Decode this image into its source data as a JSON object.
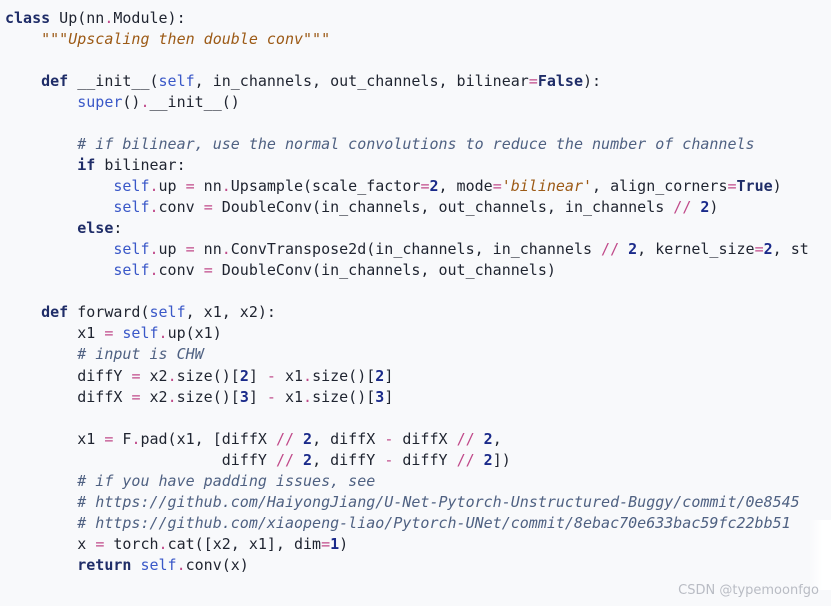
{
  "code": {
    "lines": [
      "class Up(nn.Module):",
      "    \"\"\"Upscaling then double conv\"\"\"",
      "",
      "    def __init__(self, in_channels, out_channels, bilinear=False):",
      "        super().__init__()",
      "",
      "        # if bilinear, use the normal convolutions to reduce the number of channels",
      "        if bilinear:",
      "            self.up = nn.Upsample(scale_factor=2, mode='bilinear', align_corners=True)",
      "            self.conv = DoubleConv(in_channels, out_channels, in_channels // 2)",
      "        else:",
      "            self.up = nn.ConvTranspose2d(in_channels, in_channels // 2, kernel_size=2, st",
      "            self.conv = DoubleConv(in_channels, out_channels)",
      "",
      "    def forward(self, x1, x2):",
      "        x1 = self.up(x1)",
      "        # input is CHW",
      "        diffY = x2.size()[2] - x1.size()[2]",
      "        diffX = x2.size()[3] - x1.size()[3]",
      "",
      "        x1 = F.pad(x1, [diffX // 2, diffX - diffX // 2,",
      "                        diffY // 2, diffY - diffY // 2])",
      "        # if you have padding issues, see",
      "        # https://github.com/HaiyongJiang/U-Net-Pytorch-Unstructured-Buggy/commit/0e8545",
      "        # https://github.com/xiaopeng-liao/Pytorch-UNet/commit/8ebac70e633bac59fc22bb51",
      "        x = torch.cat([x2, x1], dim=1)",
      "        return self.conv(x)"
    ]
  },
  "watermark": "CSDN @typemoonfgo"
}
